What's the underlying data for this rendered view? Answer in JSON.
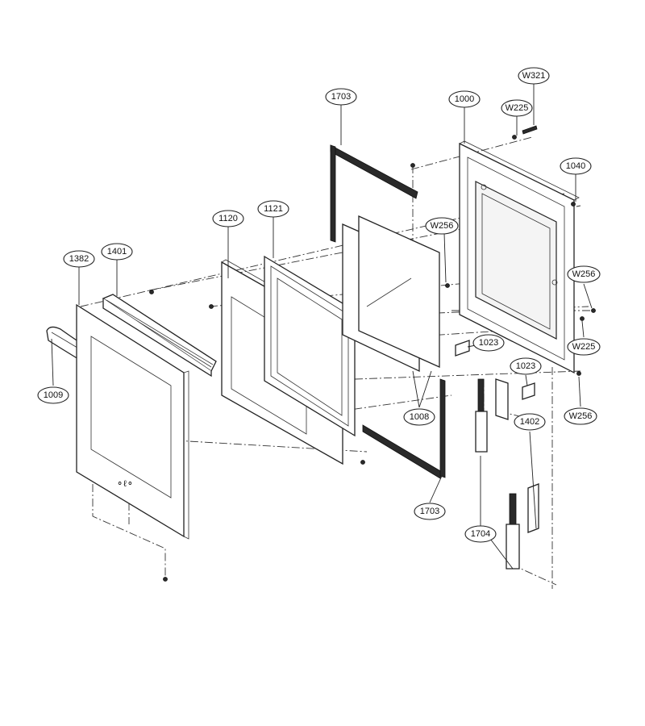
{
  "diagram": {
    "callouts": [
      {
        "id": "W321",
        "label": "W321"
      },
      {
        "id": "W225a",
        "label": "W225"
      },
      {
        "id": "1703a",
        "label": "1703"
      },
      {
        "id": "1000",
        "label": "1000"
      },
      {
        "id": "1040",
        "label": "1040"
      },
      {
        "id": "1120",
        "label": "1120"
      },
      {
        "id": "1121",
        "label": "1121"
      },
      {
        "id": "W256a",
        "label": "W256"
      },
      {
        "id": "1382",
        "label": "1382"
      },
      {
        "id": "1401",
        "label": "1401"
      },
      {
        "id": "W256b",
        "label": "W256"
      },
      {
        "id": "1023a",
        "label": "1023"
      },
      {
        "id": "W225b",
        "label": "W225"
      },
      {
        "id": "1023b",
        "label": "1023"
      },
      {
        "id": "1009",
        "label": "1009"
      },
      {
        "id": "1008",
        "label": "1008"
      },
      {
        "id": "W256c",
        "label": "W256"
      },
      {
        "id": "1402",
        "label": "1402"
      },
      {
        "id": "1703b",
        "label": "1703"
      },
      {
        "id": "1704",
        "label": "1704"
      }
    ]
  }
}
